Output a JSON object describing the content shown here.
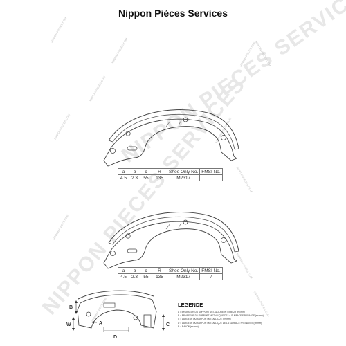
{
  "title": "Nippon Pièces Services",
  "watermark": {
    "text_large": "NIPPON PIECES SERVICES",
    "text_small": "NIPPON-PIECES.COM"
  },
  "spec_tables": [
    {
      "headers": [
        "a",
        "b",
        "c",
        "R",
        "Shoe Only No.",
        "FMSI No."
      ],
      "row": [
        "4.5",
        "2.3",
        "55",
        "135",
        "M2317",
        ""
      ]
    },
    {
      "headers": [
        "a",
        "b",
        "c",
        "R",
        "Shoe Only No.",
        "FMSI No."
      ],
      "row": [
        "4.5",
        "2.3",
        "55",
        "135",
        "M2317",
        "/"
      ]
    }
  ],
  "dimension_labels": {
    "b": "B",
    "w": "W",
    "a": "A",
    "d": "D",
    "c": "C"
  },
  "legend": {
    "title": "LEGENDE",
    "items": [
      "A = EPAISSEUR DU SUPPORT METALLIQUE INTERIEUR (en mm)",
      "B = EPAISSEUR DU SUPPORT METALLIQUE DE LA SURFACE FREINANTE (en mm)",
      "C = LARGEUR DU SUPPORT METALLIQUE (en mm)",
      "D = LARGEUR DU SUPPORT METALLIQUE DE LA SURFACE FREINANTE (en mm)",
      "R = RAYON (en mm)"
    ]
  }
}
